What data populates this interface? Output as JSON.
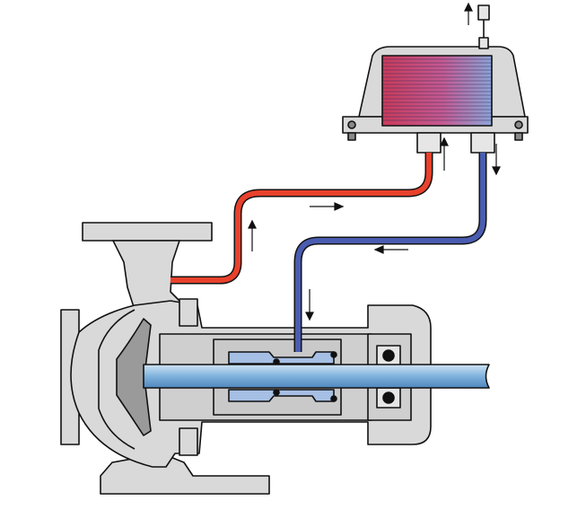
{
  "diagram": {
    "kind": "pump-seal-cooling-circuit",
    "components": [
      "pump-casing",
      "impeller",
      "shaft",
      "mechanical-seal",
      "bearing",
      "heat-exchanger",
      "hot-line",
      "cold-line",
      "vent-valve"
    ],
    "colors": {
      "hot_line": "#e8412c",
      "cold_line": "#4a5cb0",
      "casing_fill": "#d9d9d9",
      "casing_stroke": "#111111",
      "shaft": "#7fb2dc",
      "seal_parts": "#a6bfe4",
      "fins_hot": "#d43c68",
      "fins_cold": "#8fa6d8"
    }
  }
}
